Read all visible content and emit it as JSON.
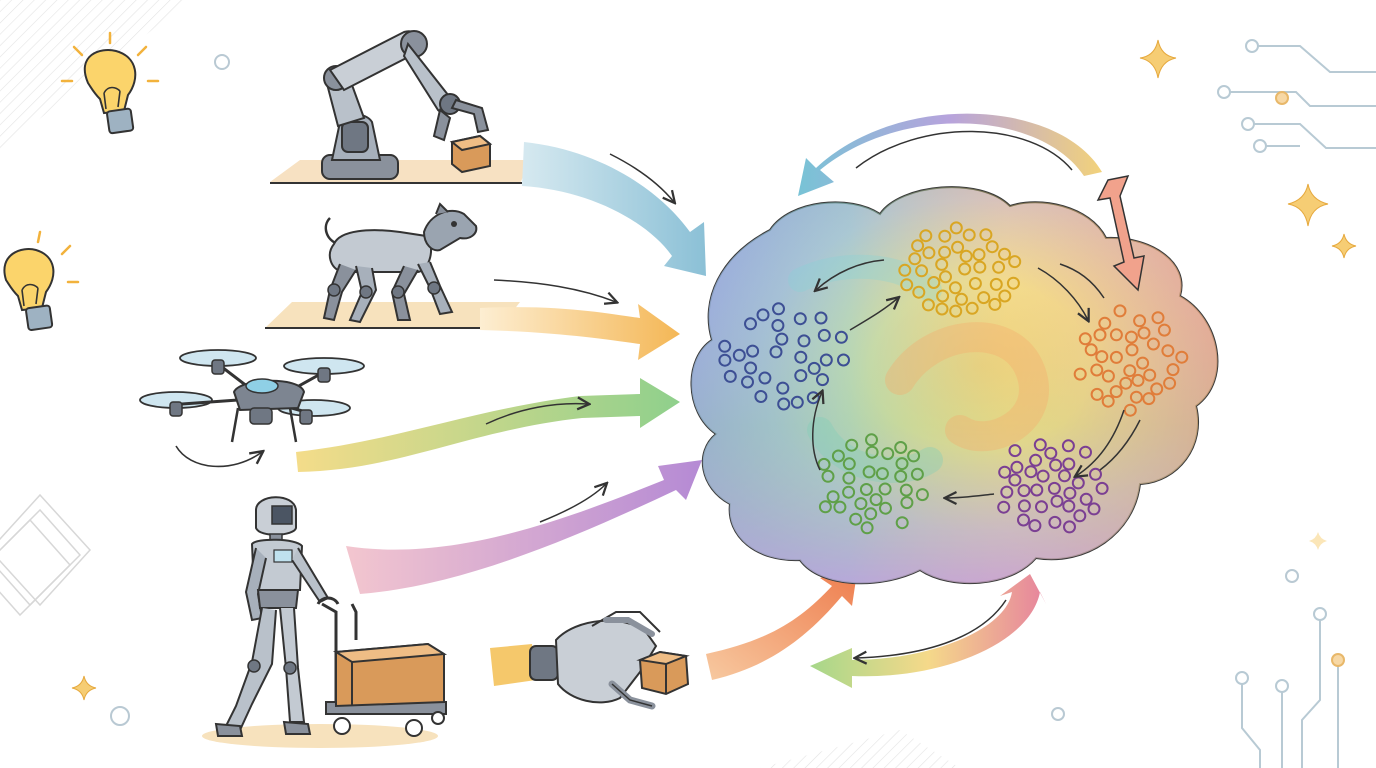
{
  "diagram": {
    "sources": [
      {
        "id": "robotic-arm",
        "icon": "robotic-arm-icon",
        "color": "#a9d3e2"
      },
      {
        "id": "robot-dog",
        "icon": "robot-dog-icon",
        "color": "#f3c46b"
      },
      {
        "id": "drone",
        "icon": "drone-icon",
        "color": "#8fcf86"
      },
      {
        "id": "humanoid",
        "icon": "humanoid-robot-icon",
        "color": "#c79ad6"
      },
      {
        "id": "robot-hand",
        "icon": "robot-hand-icon",
        "color": "#f49a6b"
      }
    ],
    "clusters": [
      {
        "id": "blue",
        "color": "#3d4f94"
      },
      {
        "id": "yellow",
        "color": "#d9a623"
      },
      {
        "id": "orange",
        "color": "#e07d3a"
      },
      {
        "id": "green",
        "color": "#5fa048"
      },
      {
        "id": "purple",
        "color": "#7b3f93"
      }
    ],
    "decorations": [
      "lightbulb-icon",
      "sparkle-icon",
      "circuit-icon"
    ]
  }
}
